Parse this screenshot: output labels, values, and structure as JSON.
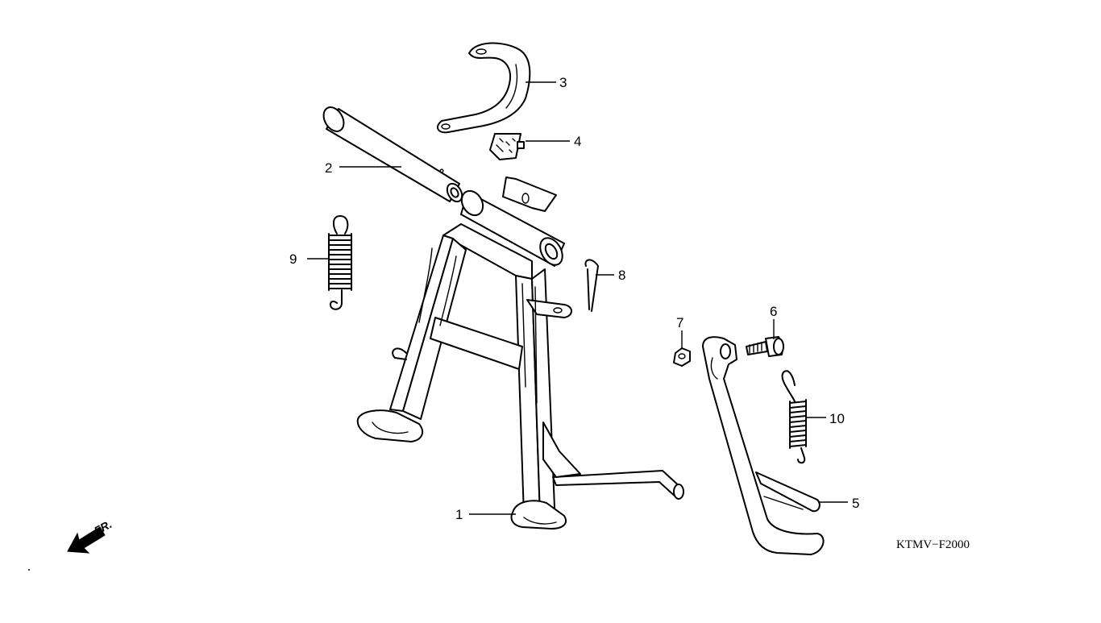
{
  "callouts": [
    {
      "id": "1",
      "text": "1"
    },
    {
      "id": "2",
      "text": "2"
    },
    {
      "id": "3",
      "text": "3"
    },
    {
      "id": "4",
      "text": "4"
    },
    {
      "id": "5",
      "text": "5"
    },
    {
      "id": "6",
      "text": "6"
    },
    {
      "id": "7",
      "text": "7"
    },
    {
      "id": "8",
      "text": "8"
    },
    {
      "id": "9",
      "text": "9"
    },
    {
      "id": "10",
      "text": "10"
    }
  ],
  "direction_label": "FR.",
  "diagram_code": "KTMV−F2000",
  "icons": {
    "front_arrow": "front-direction-arrow-icon"
  }
}
